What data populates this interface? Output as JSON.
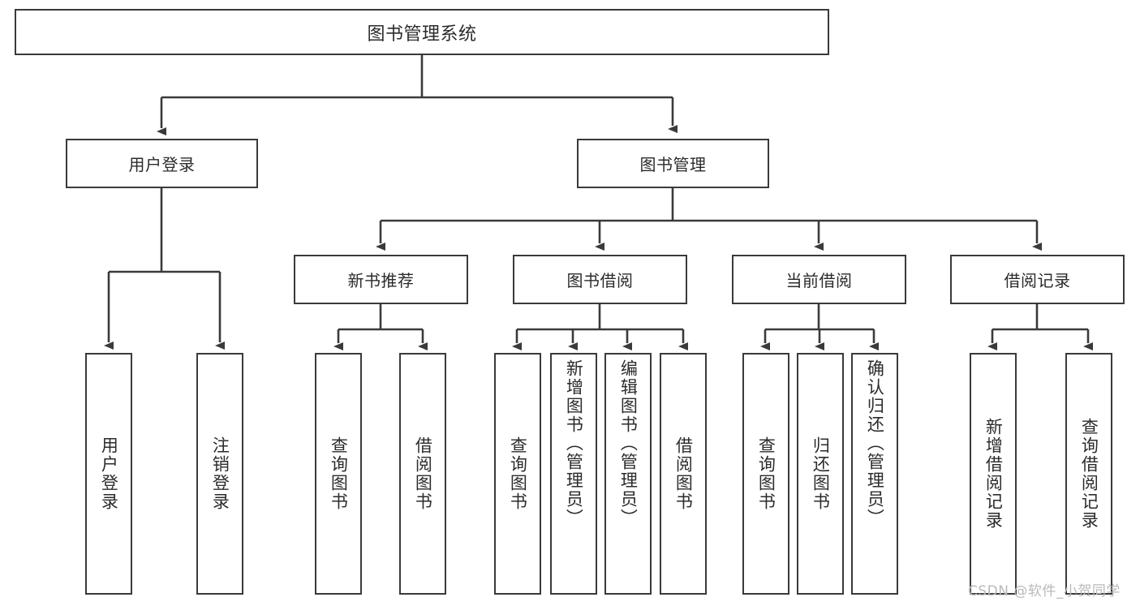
{
  "diagram": {
    "type": "tree-hierarchy",
    "title": "图书管理系统",
    "root": {
      "label": "图书管理系统"
    },
    "level1": [
      {
        "id": "user-login",
        "label": "用户登录"
      },
      {
        "id": "book-management",
        "label": "图书管理"
      }
    ],
    "level2": [
      {
        "id": "new-book-recommend",
        "label": "新书推荐",
        "parent": "book-management"
      },
      {
        "id": "book-borrow",
        "label": "图书借阅",
        "parent": "book-management"
      },
      {
        "id": "current-borrow",
        "label": "当前借阅",
        "parent": "book-management"
      },
      {
        "id": "borrow-record",
        "label": "借阅记录",
        "parent": "book-management"
      }
    ],
    "leaves": [
      {
        "id": "leaf-user-login",
        "label": "用户登录",
        "parent": "user-login",
        "align": "center"
      },
      {
        "id": "leaf-logout",
        "label": "注销登录",
        "parent": "user-login",
        "align": "center"
      },
      {
        "id": "leaf-query-book-1",
        "label": "查询图书",
        "parent": "new-book-recommend",
        "align": "center"
      },
      {
        "id": "leaf-borrow-book-1",
        "label": "借阅图书",
        "parent": "new-book-recommend",
        "align": "center"
      },
      {
        "id": "leaf-query-book-2",
        "label": "查询图书",
        "parent": "book-borrow",
        "align": "center"
      },
      {
        "id": "leaf-add-book",
        "label": "新增图书（管理员）",
        "parent": "book-borrow",
        "align": "top"
      },
      {
        "id": "leaf-edit-book",
        "label": "编辑图书（管理员）",
        "parent": "book-borrow",
        "align": "top"
      },
      {
        "id": "leaf-borrow-book-2",
        "label": "借阅图书",
        "parent": "book-borrow",
        "align": "center"
      },
      {
        "id": "leaf-query-book-3",
        "label": "查询图书",
        "parent": "current-borrow",
        "align": "center"
      },
      {
        "id": "leaf-return-book",
        "label": "归还图书",
        "parent": "current-borrow",
        "align": "center"
      },
      {
        "id": "leaf-confirm-return",
        "label": "确认归还（管理员）",
        "parent": "current-borrow",
        "align": "top"
      },
      {
        "id": "leaf-add-record",
        "label": "新增借阅记录",
        "parent": "borrow-record",
        "align": "center"
      },
      {
        "id": "leaf-query-record",
        "label": "查询借阅记录",
        "parent": "borrow-record",
        "align": "center"
      }
    ],
    "colors": {
      "stroke": "#3a3a3a",
      "box_fill": "#ffffff",
      "text": "#2b2b2b",
      "watermark": "#b9b9b9"
    }
  },
  "watermark": {
    "text": "CSDN @软件_小贺同学"
  }
}
